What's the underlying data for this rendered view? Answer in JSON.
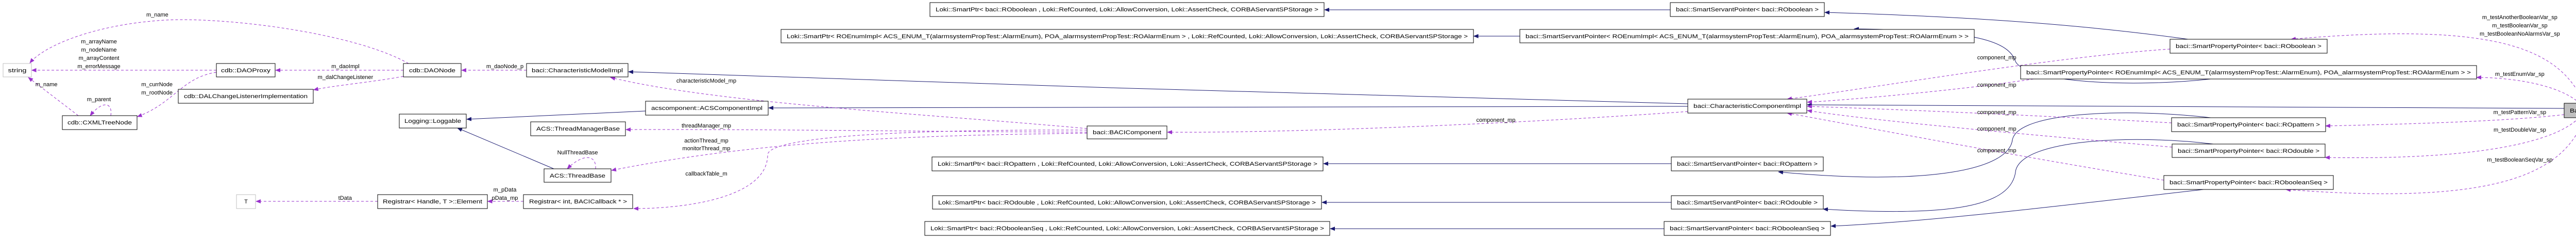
{
  "colors": {
    "usage_edge": "#9a32cd",
    "inheritance_edge": "#191970",
    "focus_node_fill": "#bfbfbf",
    "external_node_border": "#bfbfbf"
  },
  "nodes": {
    "string": "string",
    "dao_proxy": "cdb::DAOProxy",
    "dal_listener": "cdb::DALChangeListenerImplementation",
    "cxml_tree_node": "cdb::CXMLTreeNode",
    "t": "T",
    "dao_node": "cdb::DAONode",
    "char_model": "baci::CharacteristicModelImpl",
    "loggable": "Logging::Loggable",
    "acs_component": "acscomponent::ACSComponentImpl",
    "thread_manager_base": "ACS::ThreadManagerBase",
    "thread_base": "ACS::ThreadBase",
    "registrar_element": "Registrar< Handle, T >::Element",
    "registrar_int": "Registrar< int, BACICallback * >",
    "loki_boolean": "Loki::SmartPtr< baci::ROboolean , Loki::RefCounted, Loki::AllowConversion, Loki::AssertCheck, CORBAServantSPStorage >",
    "loki_enum": "Loki::SmartPtr< ROEnumImpl< ACS_ENUM_T(alarmsystemPropTest::AlarmEnum), POA_alarmsystemPropTest::ROAlarmEnum > , Loki::RefCounted, Loki::AllowConversion, Loki::AssertCheck, CORBAServantSPStorage >",
    "baci_component": "baci::BACIComponent",
    "loki_pattern": "Loki::SmartPtr< baci::ROpattern , Loki::RefCounted, Loki::AllowConversion, Loki::AssertCheck, CORBAServantSPStorage >",
    "loki_double": "Loki::SmartPtr< baci::ROdouble , Loki::RefCounted, Loki::AllowConversion, Loki::AssertCheck, CORBAServantSPStorage >",
    "loki_boolean_seq": "Loki::SmartPtr< baci::RObooleanSeq , Loki::RefCounted, Loki::AllowConversion, Loki::AssertCheck, CORBAServantSPStorage >",
    "ssp_boolean": "baci::SmartServantPointer< baci::ROboolean >",
    "ssp_enum": "baci::SmartServantPointer< ROEnumImpl< ACS_ENUM_T(alarmsystemPropTest::AlarmEnum), POA_alarmsystemPropTest::ROAlarmEnum > >",
    "char_component": "baci::CharacteristicComponentImpl",
    "ssp_pattern": "baci::SmartServantPointer< baci::ROpattern >",
    "ssp_double": "baci::SmartServantPointer< baci::ROdouble >",
    "ssp_boolean_seq": "baci::SmartServantPointer< baci::RObooleanSeq >",
    "spp_boolean": "baci::SmartPropertyPointer< baci::ROboolean >",
    "spp_enum": "baci::SmartPropertyPointer< ROEnumImpl< ACS_ENUM_T(alarmsystemPropTest::AlarmEnum), POA_alarmsystemPropTest::ROAlarmEnum > >",
    "spp_pattern": "baci::SmartPropertyPointer< baci::ROpattern >",
    "spp_double": "baci::SmartPropertyPointer< baci::ROdouble >",
    "spp_boolean_seq": "baci::SmartPropertyPointer< baci::RObooleanSeq >",
    "baci_prop_test": "BaciPropTest"
  },
  "edge_labels": {
    "dao_node_name": "m_name",
    "proxy_strings": [
      "m_arrayName",
      "m_nodeName",
      "m_arrayContent",
      "m_errorMessage"
    ],
    "tree_name": "m_name",
    "tree_parent": "m_parent",
    "proxy_nodes": [
      "m_currNode",
      "m_rootNode"
    ],
    "dao_impl": "m_daoImpl",
    "dal_change_listener": "m_dalChangeListener",
    "dao_node_p": "m_daoNode_p",
    "registrar_data": [
      "m_pData",
      "pData_mp"
    ],
    "t_data": "tData",
    "characteristic_model": "characteristicModel_mp",
    "thread_manager": "threadManager_mp",
    "threads": [
      "actionThread_mp",
      "monitorThread_mp"
    ],
    "null_thread": "NullThreadBase",
    "callback_table": "callbackTable_m",
    "component_mp": "component_mp",
    "boolean_vars": [
      "m_testAnotherBooleanVar_sp",
      "m_testBooleanVar_sp",
      "m_testBooleanNoAlarmsVar_sp"
    ],
    "enum_var": "m_testEnumVar_sp",
    "pattern_var": "m_testPatternVar_sp",
    "double_var": "m_testDoubleVar_sp",
    "boolean_seq_var": "m_testBooleanSeqVar_sp"
  }
}
